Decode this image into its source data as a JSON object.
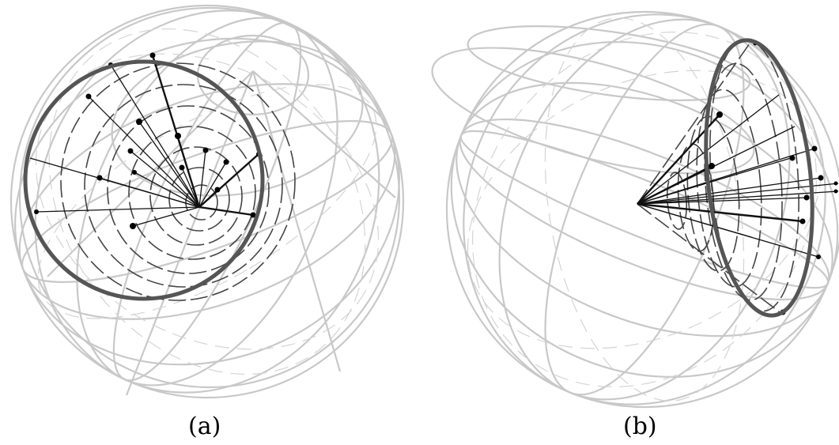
{
  "figures": [
    {
      "id": "a",
      "caption": "(a)"
    },
    {
      "id": "b",
      "caption": "(b)"
    }
  ],
  "colors": {
    "sphere_grid": "#c8c8c8",
    "cap_outline": "#555555",
    "rays": "#111111"
  }
}
